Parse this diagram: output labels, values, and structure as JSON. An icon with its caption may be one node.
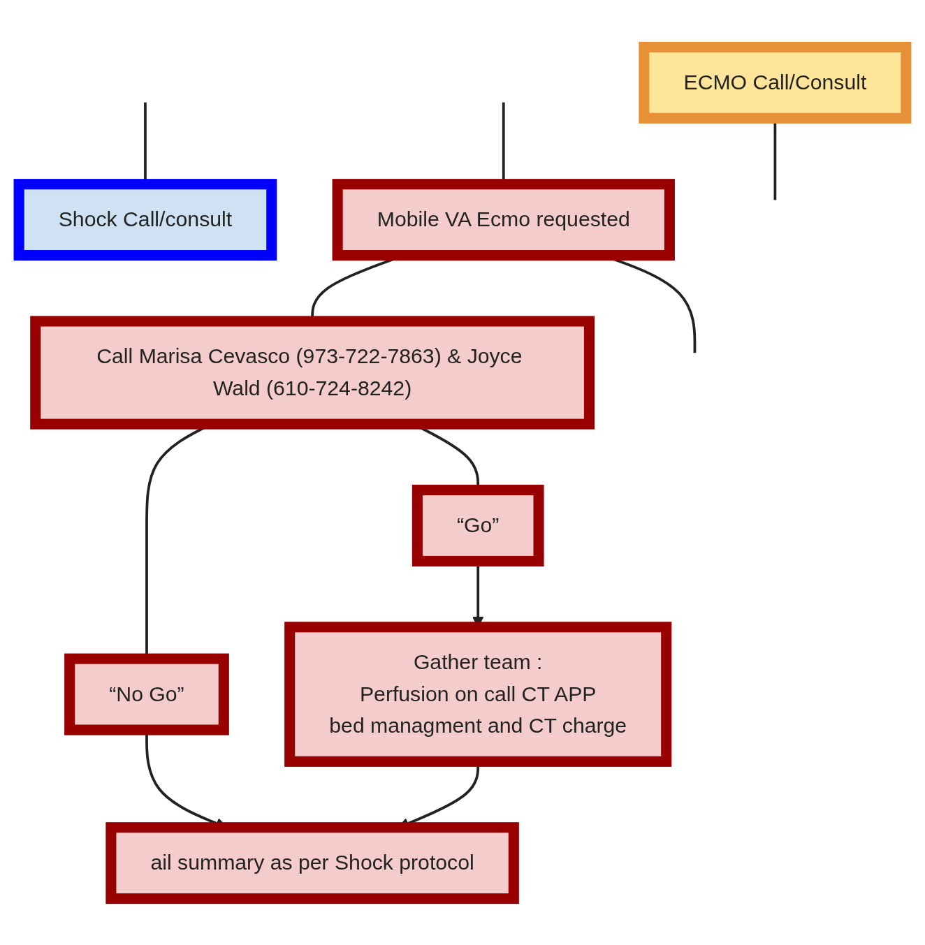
{
  "diagram": {
    "nodes": [
      {
        "text": [
          "Shock Call/consult"
        ]
      },
      {
        "text": [
          "ECMO Call/Consult"
        ]
      },
      {
        "text": [
          "Mobile VA Ecmo requested"
        ]
      },
      {
        "text": [
          "Call Marisa Cevasco (973-722-7863) & Joyce Wald (610-724-8242)"
        ]
      },
      {
        "text": [
          "“No Go”"
        ]
      },
      {
        "text": [
          "“Go”"
        ]
      },
      {
        "text": [
          "ail summary as per Shock protocol"
        ]
      },
      {
        "text": [
          "Gather team :",
          "Perfusion on call CT APP",
          "bed managment and CT charge"
        ]
      }
    ],
    "edges": [
      {
        "from": null,
        "to": 0,
        "arrow": "none"
      },
      {
        "from": 1,
        "to": null,
        "arrow": "none"
      },
      {
        "from": null,
        "to": 2,
        "arrow": "none"
      },
      {
        "from": 2,
        "to": null,
        "arrow": "none"
      },
      {
        "from": 2,
        "to": 3,
        "arrow": "none"
      },
      {
        "from": 3,
        "to": 4,
        "arrow": "none"
      },
      {
        "from": 3,
        "to": 5,
        "arrow": "none"
      },
      {
        "from": 4,
        "to": 6,
        "arrow": "to"
      },
      {
        "from": 5,
        "to": 7,
        "arrow": "to"
      },
      {
        "from": 7,
        "to": 6,
        "arrow": "to"
      }
    ]
  }
}
